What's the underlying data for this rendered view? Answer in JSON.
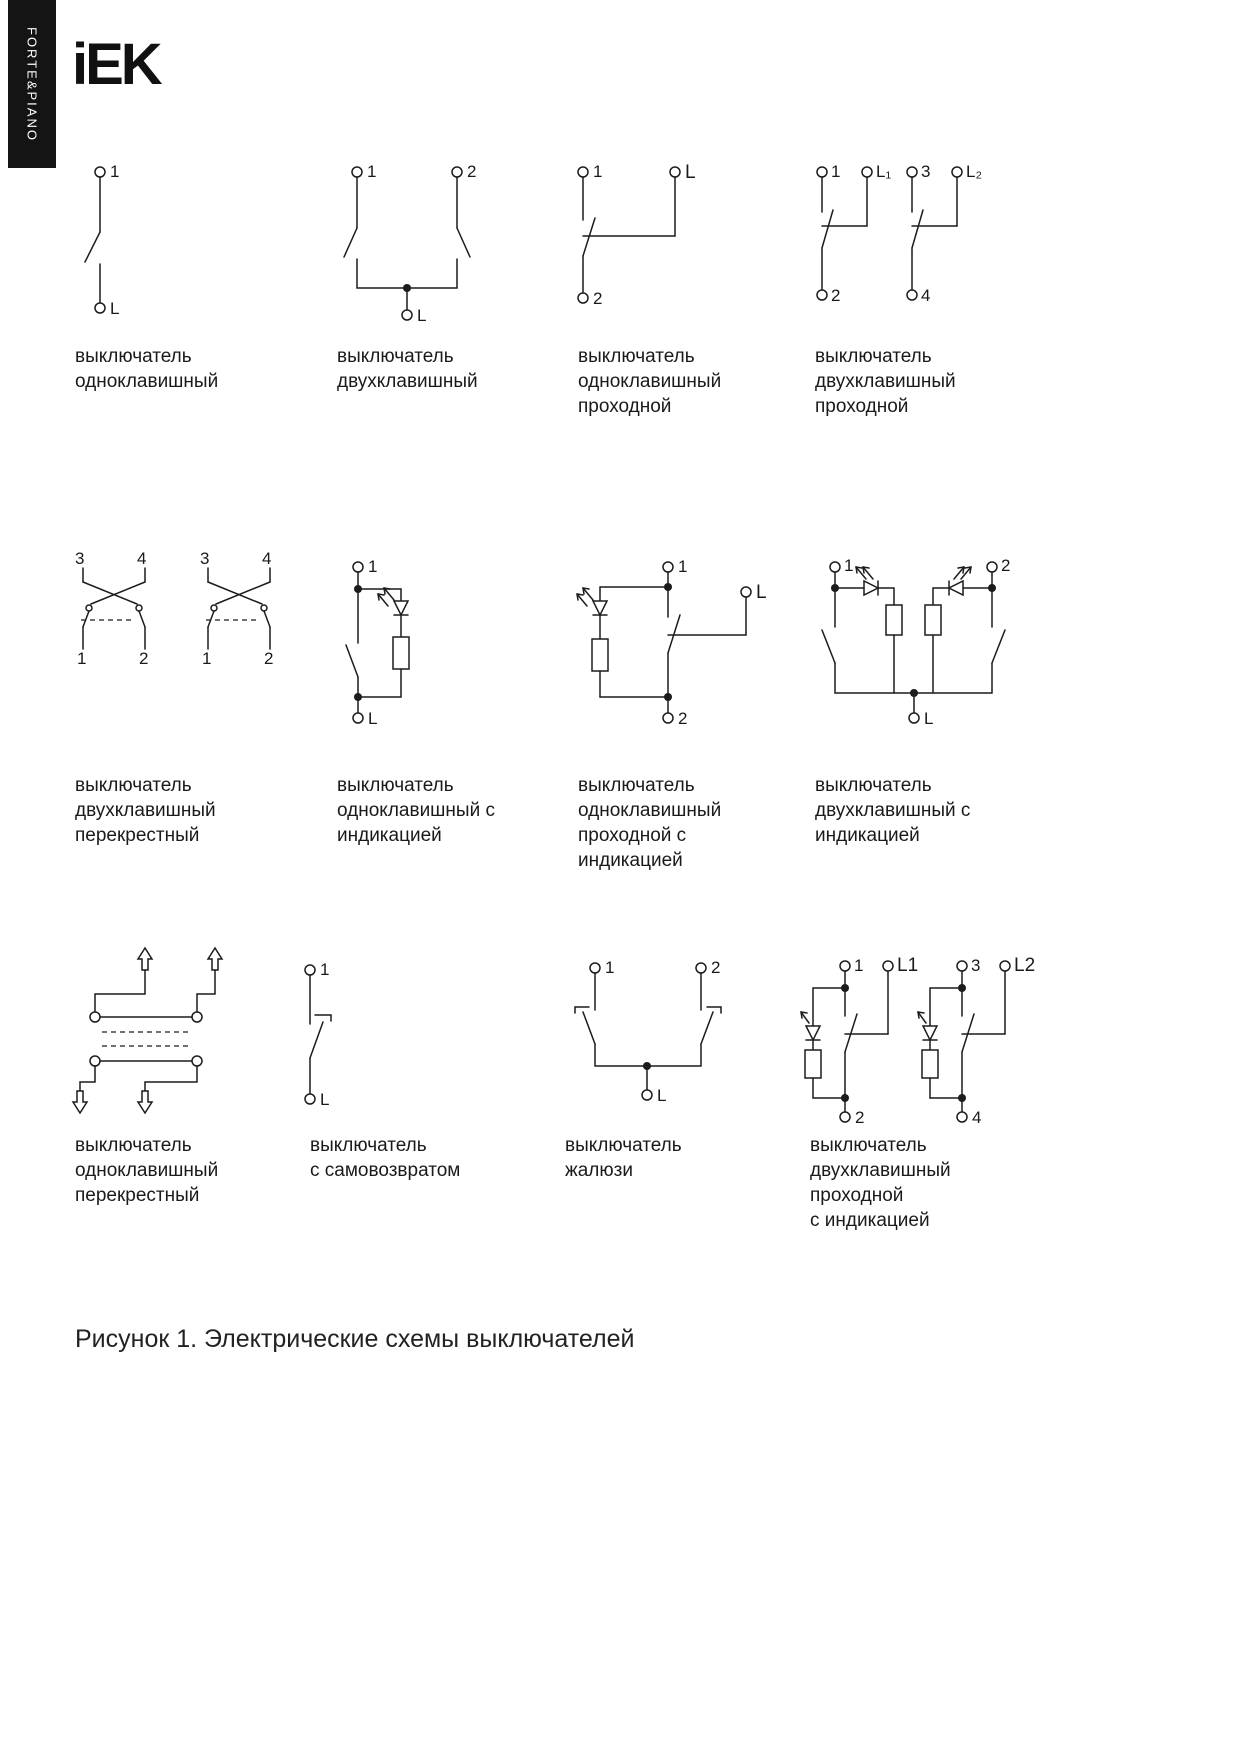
{
  "page": {
    "brand_sidebar": "FORTE&PIANO",
    "logo_text": "iEK",
    "figure_caption": "Рисунок 1. Электрические схемы выключателей"
  },
  "diagrams": [
    {
      "caption": "выключатель\nодноклавишный",
      "labels": [
        "1",
        "L"
      ]
    },
    {
      "caption": "выключатель\nдвухклавишный",
      "labels": [
        "1",
        "2",
        "L"
      ]
    },
    {
      "caption": "выключатель\nодноклавишный\nпроходной",
      "labels": [
        "1",
        "L",
        "2"
      ]
    },
    {
      "caption": "выключатель\nдвухклавишный\nпроходной",
      "labels": [
        "1",
        "L₁",
        "3",
        "L₂",
        "2",
        "4"
      ]
    },
    {
      "caption": "выключатель\nдвухклавишный\nперекрестный",
      "labels": [
        "3",
        "4",
        "1",
        "2",
        "3",
        "4",
        "1",
        "2"
      ]
    },
    {
      "caption": "выключатель\nодноклавишный с\nиндикацией",
      "labels": [
        "1",
        "L"
      ]
    },
    {
      "caption": "выключатель\nодноклавишный\nпроходной с\nиндикацией",
      "labels": [
        "1",
        "L",
        "2"
      ]
    },
    {
      "caption": "выключатель\nдвухклавишный с\nиндикацией",
      "labels": [
        "1",
        "2",
        "L"
      ]
    },
    {
      "caption": "выключатель\nодноклавишный\nперекрестный",
      "labels": []
    },
    {
      "caption": "выключатель\nс самовозвратом",
      "labels": [
        "1",
        "L"
      ]
    },
    {
      "caption": "выключатель\nжалюзи",
      "labels": [
        "1",
        "2",
        "L"
      ]
    },
    {
      "caption": "выключатель\nдвухклавишный\nпроходной\nс индикацией",
      "labels": [
        "1",
        "L1",
        "2",
        "3",
        "L2",
        "4"
      ]
    }
  ]
}
